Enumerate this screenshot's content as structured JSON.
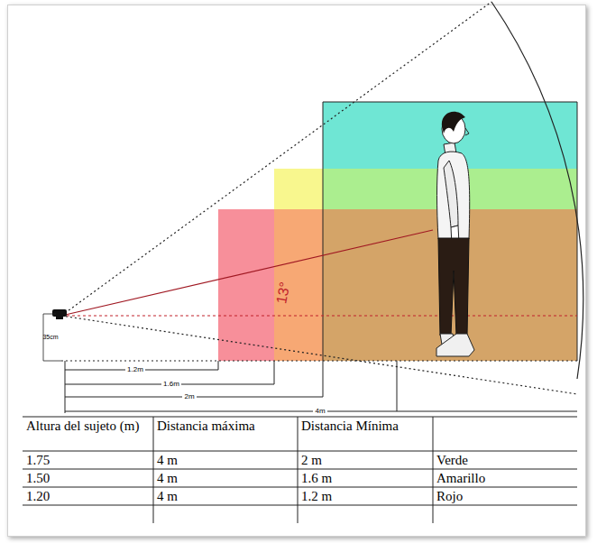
{
  "diagram": {
    "labels": [
      "35cm",
      "1.2m",
      "1.6m",
      "2m",
      "4m",
      "13°",
      "Altura del sujeto (m)",
      "Distancia máxima",
      "Distancia Mínima",
      "1.75",
      "4 m",
      "2 m",
      "Verde",
      "1.50",
      "4 m",
      "1.6 m",
      "Amarillo",
      "1.20",
      "4 m",
      "1.2 m",
      "Rojo"
    ]
  }
}
